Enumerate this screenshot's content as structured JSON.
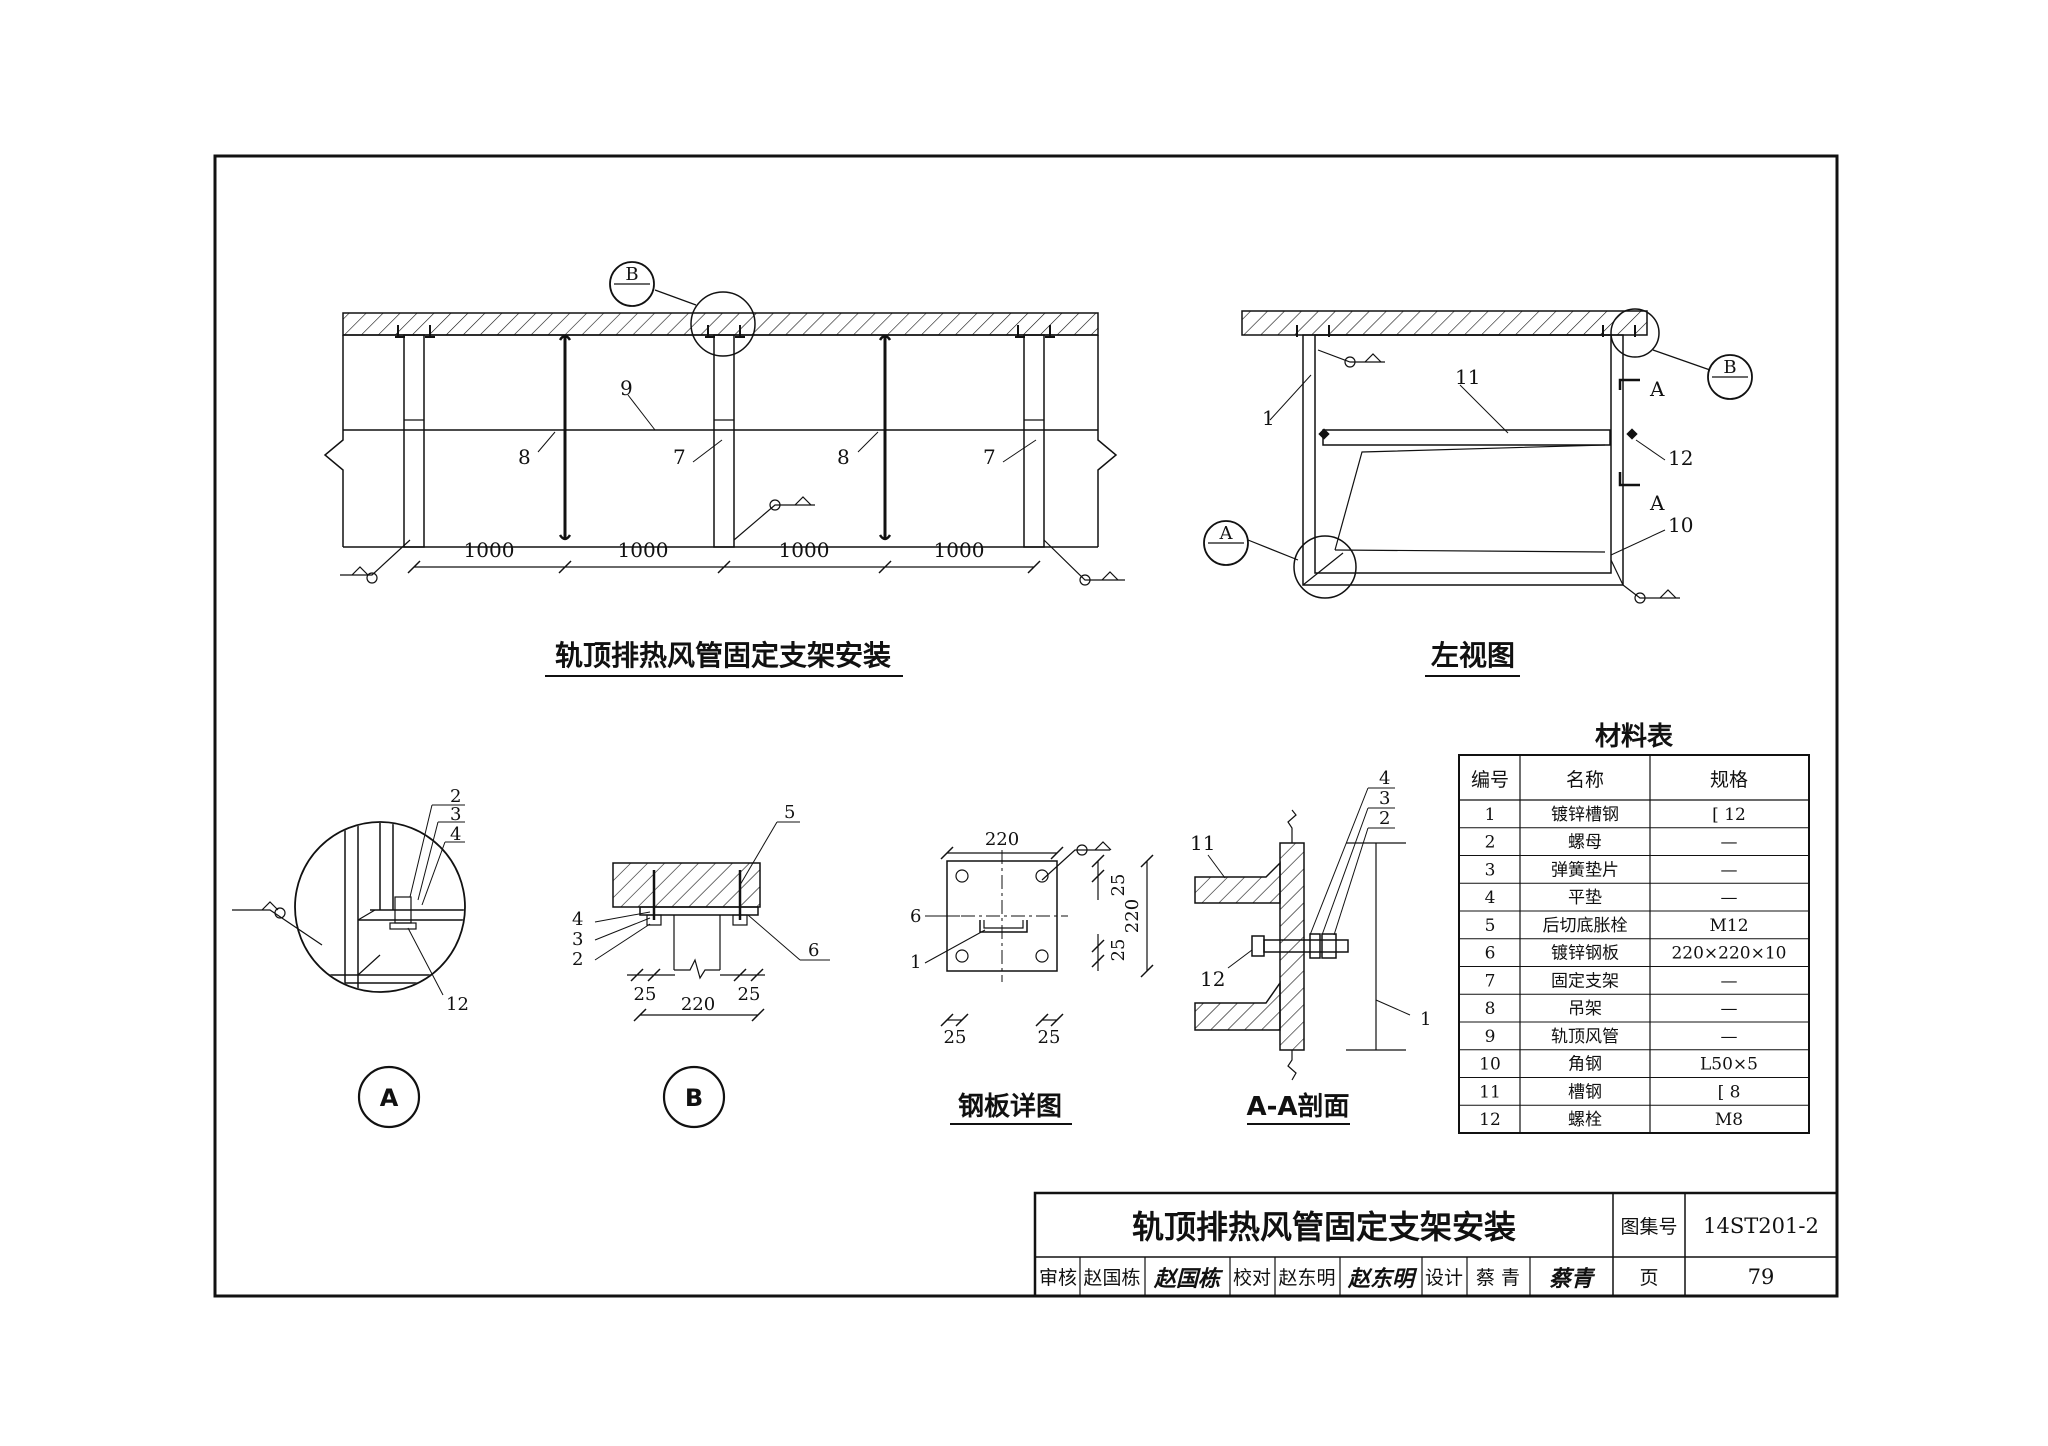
{
  "views": {
    "main_title": "轨顶排热风管固定支架安装",
    "left_view_title": "左视图",
    "detail_a": "A",
    "detail_b": "B",
    "plate_title": "钢板详图",
    "section_title": "A-A剖面"
  },
  "marks": {
    "A": "A",
    "B": "B",
    "n1": "1",
    "n2": "2",
    "n3": "3",
    "n4": "4",
    "n5": "5",
    "n6": "6",
    "n7": "7",
    "n8": "8",
    "n9": "9",
    "n10": "10",
    "n11": "11",
    "n12": "12"
  },
  "dims": {
    "span": "1000",
    "plate": "220",
    "edge": "25"
  },
  "material_table": {
    "title": "材料表",
    "headers": [
      "编号",
      "名称",
      "规格"
    ],
    "rows": [
      [
        "1",
        "镀锌槽钢",
        "[ 12"
      ],
      [
        "2",
        "螺母",
        "—"
      ],
      [
        "3",
        "弹簧垫片",
        "—"
      ],
      [
        "4",
        "平垫",
        "—"
      ],
      [
        "5",
        "后切底胀栓",
        "M12"
      ],
      [
        "6",
        "镀锌钢板",
        "220×220×10"
      ],
      [
        "7",
        "固定支架",
        "—"
      ],
      [
        "8",
        "吊架",
        "—"
      ],
      [
        "9",
        "轨顶风管",
        "—"
      ],
      [
        "10",
        "角钢",
        "L50×5"
      ],
      [
        "11",
        "槽钢",
        "[ 8"
      ],
      [
        "12",
        "螺栓",
        "M8"
      ]
    ]
  },
  "title_block": {
    "drawing_title": "轨顶排热风管固定支架安装",
    "atlas_label": "图集号",
    "atlas_no": "14ST201-2",
    "review_label": "审核",
    "reviewer": "赵国栋",
    "review_sign": "赵国栋",
    "check_label": "校对",
    "checker": "赵东明",
    "check_sign": "赵东明",
    "design_label": "设计",
    "designer": "蔡 青",
    "design_sign": "蔡青",
    "page_label": "页",
    "page_no": "79"
  }
}
